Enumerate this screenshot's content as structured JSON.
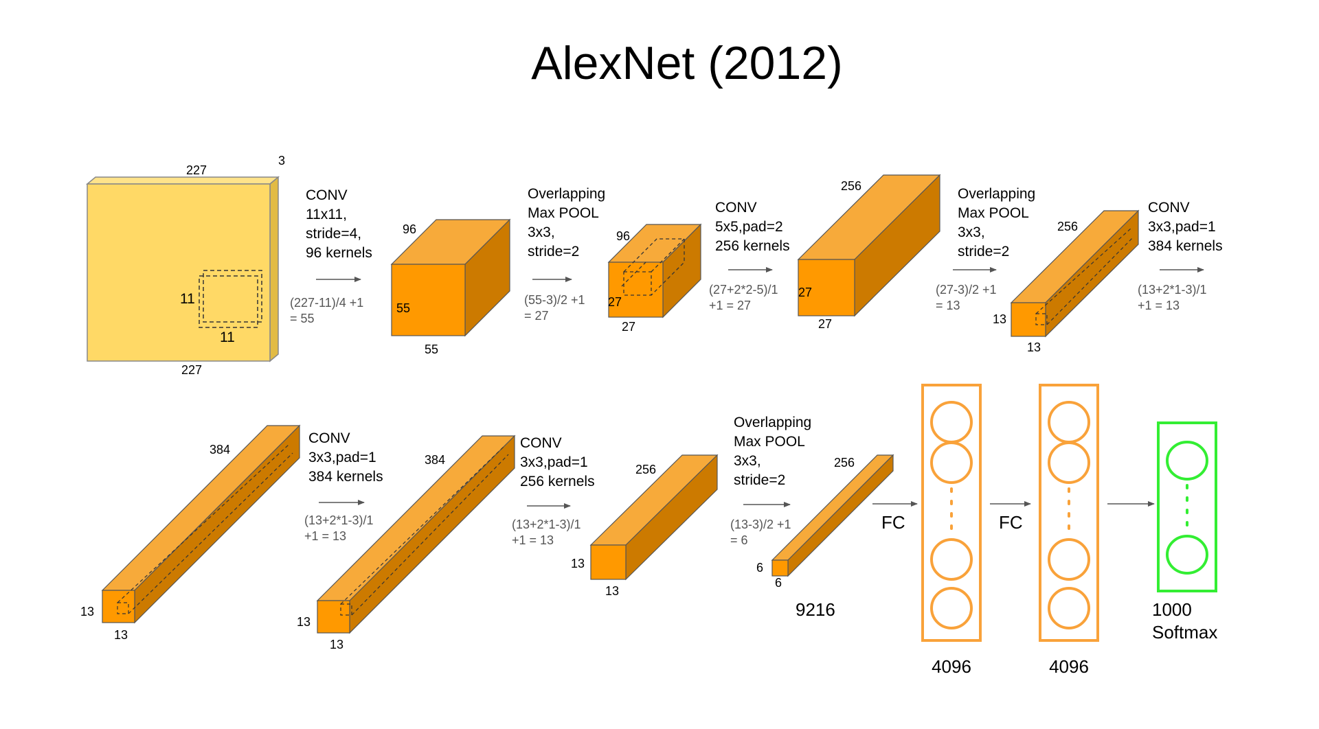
{
  "title": "AlexNet (2012)",
  "colors": {
    "input_front": "#FFD966",
    "input_side": "#E2BB44",
    "input_top": "#FFE38A",
    "box_front": "#FF9900",
    "box_top": "#F7AA3A",
    "box_side": "#CC7A00",
    "fc_border": "#F9A23A",
    "softmax_border": "#33EE33",
    "arrow": "#555555"
  },
  "input": {
    "width": "227",
    "height": "227",
    "depth": "3",
    "kernel_h": "11",
    "kernel_w": "11"
  },
  "conv1": {
    "lines": [
      "CONV",
      "11x11,",
      "stride=4,",
      "96 kernels"
    ],
    "calc": [
      "(227-11)/4 +1",
      "= 55"
    ]
  },
  "out1": {
    "depth": "96",
    "height": "55",
    "width": "55"
  },
  "pool1": {
    "lines": [
      "Overlapping",
      "Max POOL",
      "3x3,",
      "stride=2"
    ],
    "calc": [
      "(55-3)/2 +1",
      "= 27"
    ]
  },
  "out2": {
    "depth": "96",
    "height": "27",
    "width": "27"
  },
  "conv2": {
    "lines": [
      "CONV",
      "5x5,pad=2",
      "256 kernels"
    ],
    "calc": [
      "(27+2*2-5)/1",
      "+1  = 27"
    ]
  },
  "out3": {
    "depth": "256",
    "height": "27",
    "width": "27"
  },
  "pool2": {
    "lines": [
      "Overlapping",
      "Max POOL",
      "3x3,",
      "stride=2"
    ],
    "calc": [
      "(27-3)/2 +1",
      "= 13"
    ]
  },
  "out4": {
    "depth": "256",
    "height": "13",
    "width": "13"
  },
  "conv3": {
    "lines": [
      "CONV",
      "3x3,pad=1",
      "384 kernels"
    ],
    "calc": [
      "(13+2*1-3)/1",
      "+1  = 13"
    ]
  },
  "out5": {
    "depth": "384",
    "height": "13",
    "width": "13"
  },
  "conv4": {
    "lines": [
      "CONV",
      "3x3,pad=1",
      "384 kernels"
    ],
    "calc": [
      "(13+2*1-3)/1",
      "+1  = 13"
    ]
  },
  "out6": {
    "depth": "384",
    "height": "13",
    "width": "13"
  },
  "conv5": {
    "lines": [
      "CONV",
      "3x3,pad=1",
      "256 kernels"
    ],
    "calc": [
      "(13+2*1-3)/1",
      "+1  = 13"
    ]
  },
  "out7": {
    "depth": "256",
    "height": "13",
    "width": "13"
  },
  "pool3": {
    "lines": [
      "Overlapping",
      "Max POOL",
      "3x3,",
      "stride=2"
    ],
    "calc": [
      "(13-3)/2 +1",
      "= 6"
    ]
  },
  "out8": {
    "depth": "256",
    "height": "6",
    "width": "6",
    "flat": "9216"
  },
  "fc1": {
    "label": "FC",
    "units": "4096"
  },
  "fc2": {
    "label": "FC",
    "units": "4096"
  },
  "output": {
    "units": "1000",
    "activation": "Softmax"
  }
}
